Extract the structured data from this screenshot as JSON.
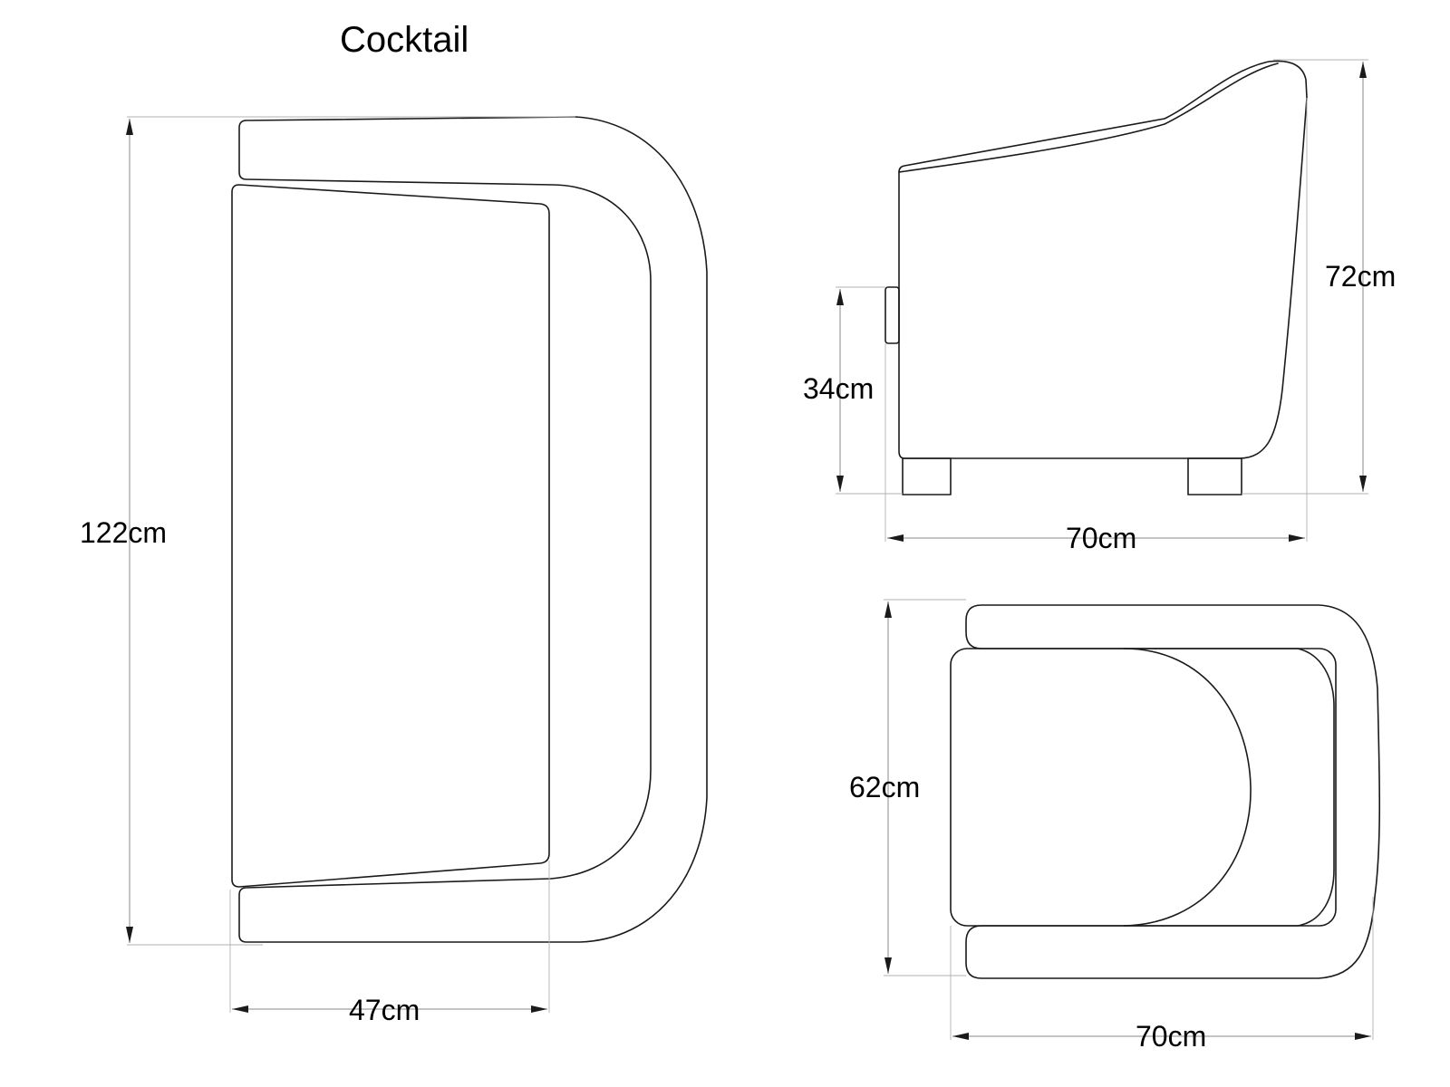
{
  "title": "Cocktail",
  "front_view": {
    "height_label": "122cm",
    "width_label": "47cm"
  },
  "side_view": {
    "seat_height_label": "34cm",
    "height_label": "72cm",
    "depth_label": "70cm"
  },
  "top_view": {
    "width_label": "62cm",
    "depth_label": "70cm"
  },
  "colors": {
    "line": "#1a1a1a",
    "dimension_line": "#8a8a8a",
    "background": "#ffffff"
  }
}
